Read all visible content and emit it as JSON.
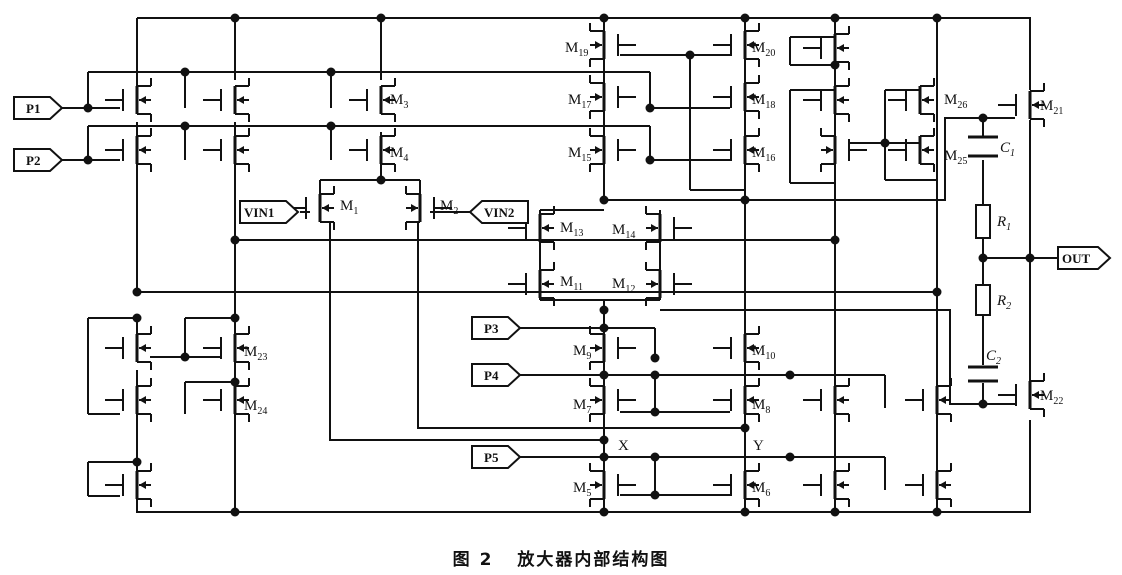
{
  "caption": {
    "figure_no": "图 2",
    "title": "放大器内部结构图"
  },
  "pins": {
    "P1": "P1",
    "P2": "P2",
    "P3": "P3",
    "P4": "P4",
    "P5": "P5",
    "VIN1": "VIN1",
    "VIN2": "VIN2",
    "OUT": "OUT"
  },
  "transistors": {
    "M1": {
      "base": "M",
      "sub": "1"
    },
    "M2": {
      "base": "M",
      "sub": "2"
    },
    "M3": {
      "base": "M",
      "sub": "3"
    },
    "M4": {
      "base": "M",
      "sub": "4"
    },
    "M5": {
      "base": "M",
      "sub": "5"
    },
    "M6": {
      "base": "M",
      "sub": "6"
    },
    "M7": {
      "base": "M",
      "sub": "7"
    },
    "M8": {
      "base": "M",
      "sub": "8"
    },
    "M9": {
      "base": "M",
      "sub": "9"
    },
    "M10": {
      "base": "M",
      "sub": "10"
    },
    "M11": {
      "base": "M",
      "sub": "11"
    },
    "M12": {
      "base": "M",
      "sub": "12"
    },
    "M13": {
      "base": "M",
      "sub": "13"
    },
    "M14": {
      "base": "M",
      "sub": "14"
    },
    "M15": {
      "base": "M",
      "sub": "15"
    },
    "M16": {
      "base": "M",
      "sub": "16"
    },
    "M17": {
      "base": "M",
      "sub": "17"
    },
    "M18": {
      "base": "M",
      "sub": "18"
    },
    "M19": {
      "base": "M",
      "sub": "19"
    },
    "M20": {
      "base": "M",
      "sub": "20"
    },
    "M21": {
      "base": "M",
      "sub": "21"
    },
    "M22": {
      "base": "M",
      "sub": "22"
    },
    "M23": {
      "base": "M",
      "sub": "23"
    },
    "M24": {
      "base": "M",
      "sub": "24"
    },
    "M25": {
      "base": "M",
      "sub": "25"
    },
    "M26": {
      "base": "M",
      "sub": "26"
    }
  },
  "passives": {
    "C1": {
      "base": "C",
      "sub": "1"
    },
    "C2": {
      "base": "C",
      "sub": "2"
    },
    "R1": {
      "base": "R",
      "sub": "1"
    },
    "R2": {
      "base": "R",
      "sub": "2"
    }
  },
  "nodes": {
    "X": "X",
    "Y": "Y"
  }
}
